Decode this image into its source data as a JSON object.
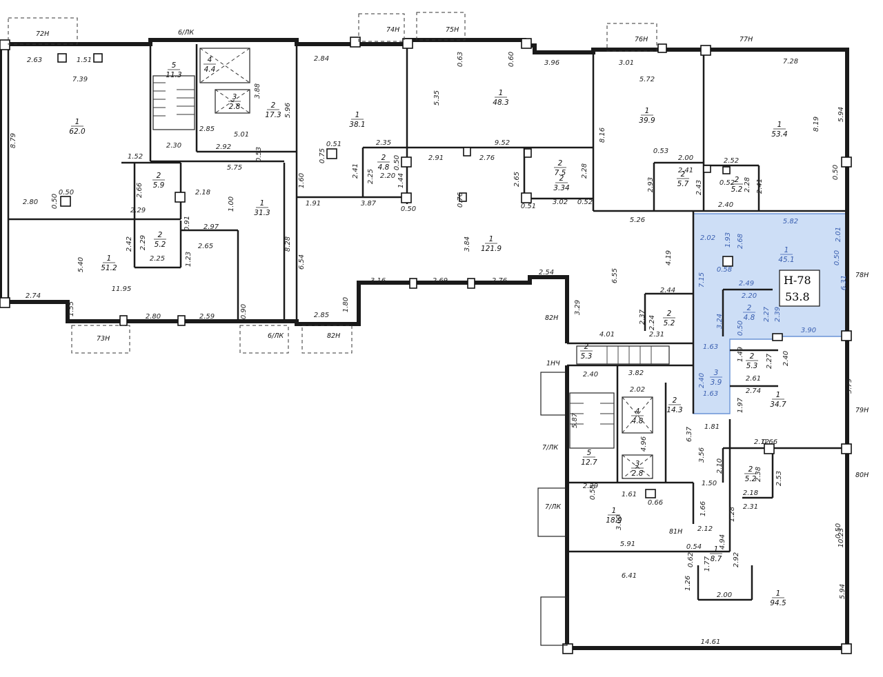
{
  "unit_label": {
    "code": "Н-78",
    "area": "53.8"
  },
  "unit_tags": [
    "72Н",
    "74Н",
    "75Н",
    "76Н",
    "77Н",
    "78Н",
    "79Н",
    "80Н",
    "81Н",
    "82Н",
    "82Н",
    "73Н",
    "6/ЛК",
    "6/ЛК",
    "7/ЛК",
    "7/ЛК",
    "1НЧ"
  ],
  "rooms": [
    {
      "id": "1",
      "area": "62.0"
    },
    {
      "id": "5",
      "area": "11.3"
    },
    {
      "id": "4",
      "area": "4.4"
    },
    {
      "id": "3",
      "area": "2.8"
    },
    {
      "id": "2",
      "area": "17.3"
    },
    {
      "id": "1",
      "area": "38.1"
    },
    {
      "id": "2",
      "area": "4.8"
    },
    {
      "id": "1",
      "area": "48.3"
    },
    {
      "id": "2",
      "area": "7.5"
    },
    {
      "id": "1",
      "area": "39.9"
    },
    {
      "id": "2",
      "area": "5.7"
    },
    {
      "id": "1",
      "area": "53.4"
    },
    {
      "id": "2",
      "area": "5.2"
    },
    {
      "id": "2",
      "area": "5.9"
    },
    {
      "id": "1",
      "area": "31.3"
    },
    {
      "id": "2",
      "area": "5.2"
    },
    {
      "id": "1",
      "area": "51.2"
    },
    {
      "id": "1",
      "area": "121.9"
    },
    {
      "id": "1",
      "area": "45.1"
    },
    {
      "id": "2",
      "area": "4.8"
    },
    {
      "id": "2",
      "area": "5.2"
    },
    {
      "id": "2",
      "area": "5.3"
    },
    {
      "id": "3",
      "area": "3.9"
    },
    {
      "id": "2",
      "area": "5.3"
    },
    {
      "id": "2",
      "area": "14.3"
    },
    {
      "id": "4",
      "area": "4.8"
    },
    {
      "id": "3",
      "area": "2.8"
    },
    {
      "id": "5",
      "area": "12.7"
    },
    {
      "id": "1",
      "area": "34.7"
    },
    {
      "id": "2",
      "area": "5.2"
    },
    {
      "id": "1",
      "area": "18.9"
    },
    {
      "id": "1",
      "area": "8.7"
    },
    {
      "id": "1",
      "area": "94.5"
    },
    {
      "id": "2",
      "area": "3.34"
    }
  ],
  "dimensions": [
    "2.63",
    "1.51",
    "7.39",
    "8.79",
    "1.52",
    "2.80",
    "0.50",
    "0.50",
    "2.66",
    "2.29",
    "3.88",
    "5.96",
    "2.85",
    "5.01",
    "2.30",
    "2.92",
    "0.53",
    "5.75",
    "2.84",
    "0.51",
    "0.75",
    "2.35",
    "2.41",
    "2.25",
    "0.50",
    "2.20",
    "1.44",
    "1.60",
    "0.63",
    "5.35",
    "0.60",
    "3.96",
    "2.91",
    "2.76",
    "9.52",
    "2.65",
    "2.28",
    "0.76",
    "3.02",
    "0.51",
    "0.52",
    "3.01",
    "5.72",
    "8.16",
    "0.53",
    "2.00",
    "2.41",
    "2.93",
    "2.43",
    "7.28",
    "5.94",
    "8.19",
    "0.50",
    "2.52",
    "0.52",
    "2.28",
    "2.41",
    "2.40",
    "5.82",
    "2.02",
    "1.93",
    "2.68",
    "0.58",
    "2.01",
    "0.50",
    "6.31",
    "7.15",
    "2.49",
    "2.20",
    "3.24",
    "2.27",
    "2.39",
    "0.50",
    "3.90",
    "5.26",
    "4.19",
    "6.55",
    "3.84",
    "1.91",
    "3.87",
    "0.50",
    "2.18",
    "1.00",
    "0.91",
    "2.97",
    "2.65",
    "1.23",
    "2.42",
    "2.29",
    "2.25",
    "8.28",
    "6.54",
    "5.40",
    "11.95",
    "2.74",
    "1.55",
    "2.80",
    "2.59",
    "0.90",
    "2.85",
    "1.80",
    "3.16",
    "2.69",
    "2.76",
    "2.54",
    "3.29",
    "2.44",
    "2.37",
    "2.24",
    "2.31",
    "4.01",
    "1.63",
    "2.40",
    "1.63",
    "1.49",
    "2.27",
    "2.40",
    "2.61",
    "2.74",
    "5.79",
    "1.97",
    "1.81",
    "2.40",
    "3.82",
    "2.02",
    "5.87",
    "4.96",
    "6.37",
    "3.56",
    "2.10",
    "1.50",
    "2.12",
    "0.66",
    "2.38",
    "2.53",
    "2.18",
    "2.31",
    "1.28",
    "4.94",
    "2.29",
    "0.58",
    "1.61",
    "0.66",
    "3.00",
    "1.66",
    "2.12",
    "0.54",
    "5.91",
    "0.62",
    "1.77",
    "2.92",
    "10.23",
    "0.50",
    "6.41",
    "1.26",
    "2.00",
    "5.94",
    "14.61"
  ]
}
